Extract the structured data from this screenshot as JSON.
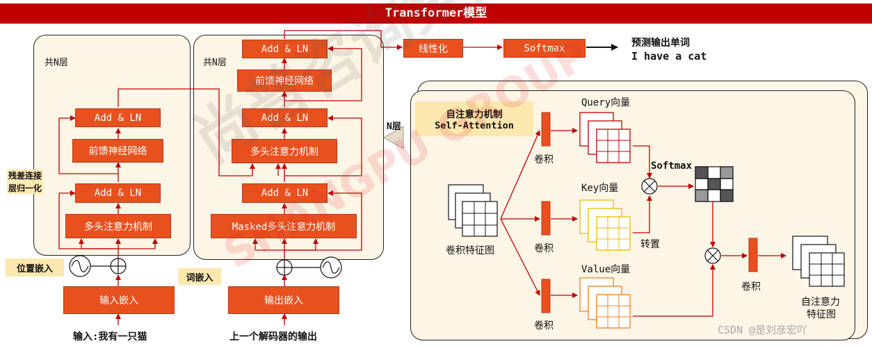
{
  "title": "Transformer模型",
  "encoder": {
    "n_layers_label": "共N层",
    "add_ln_top": "Add & LN",
    "ffn": "前馈神经网络",
    "add_ln_bottom": "Add & LN",
    "mha": "多头注意力机制",
    "embedding": "输入嵌入",
    "input_text": "输入:我有一只猫",
    "residual_label_1": "残差连接",
    "residual_label_2": "层归一化",
    "pos_embed_label": "位置嵌入"
  },
  "decoder": {
    "n_layers_label": "共N层",
    "add_ln_1": "Add & LN",
    "ffn": "前馈神经网络",
    "add_ln_2": "Add & LN",
    "mha": "多头注意力机制",
    "add_ln_3": "Add & LN",
    "masked_mha": "Masked多头注意力机制",
    "embedding": "输出嵌入",
    "input_text": "上一个解码器的输出",
    "word_embed_label": "词嵌入"
  },
  "output": {
    "linear": "线性化",
    "softmax": "Softmax",
    "predict_label": "预测输出单词",
    "predict_text": "I have a cat"
  },
  "attention_detail": {
    "n_layers_label": "N层",
    "title_cn": "自注意力机制",
    "title_en": "Self-Attention",
    "feature_map": "卷积特征图",
    "conv": "卷积",
    "query": "Query向量",
    "key": "Key向量",
    "value": "Value向量",
    "transpose": "转置",
    "softmax": "Softmax",
    "output_line1": "自注意力",
    "output_line2": "特征图"
  },
  "watermark": {
    "cn": "尚普咨询集团",
    "en": "SHANGPU GROUP",
    "csdn": "CSDN @是刘彦宏吖"
  },
  "colors": {
    "title_bg": "#c00000",
    "box_fill": "#e8501e",
    "panel_bg": "#fdf5e6",
    "arrow": "#c00000",
    "query_grid": "#c00000",
    "key_grid": "#f0b800",
    "value_grid": "#f08020"
  }
}
